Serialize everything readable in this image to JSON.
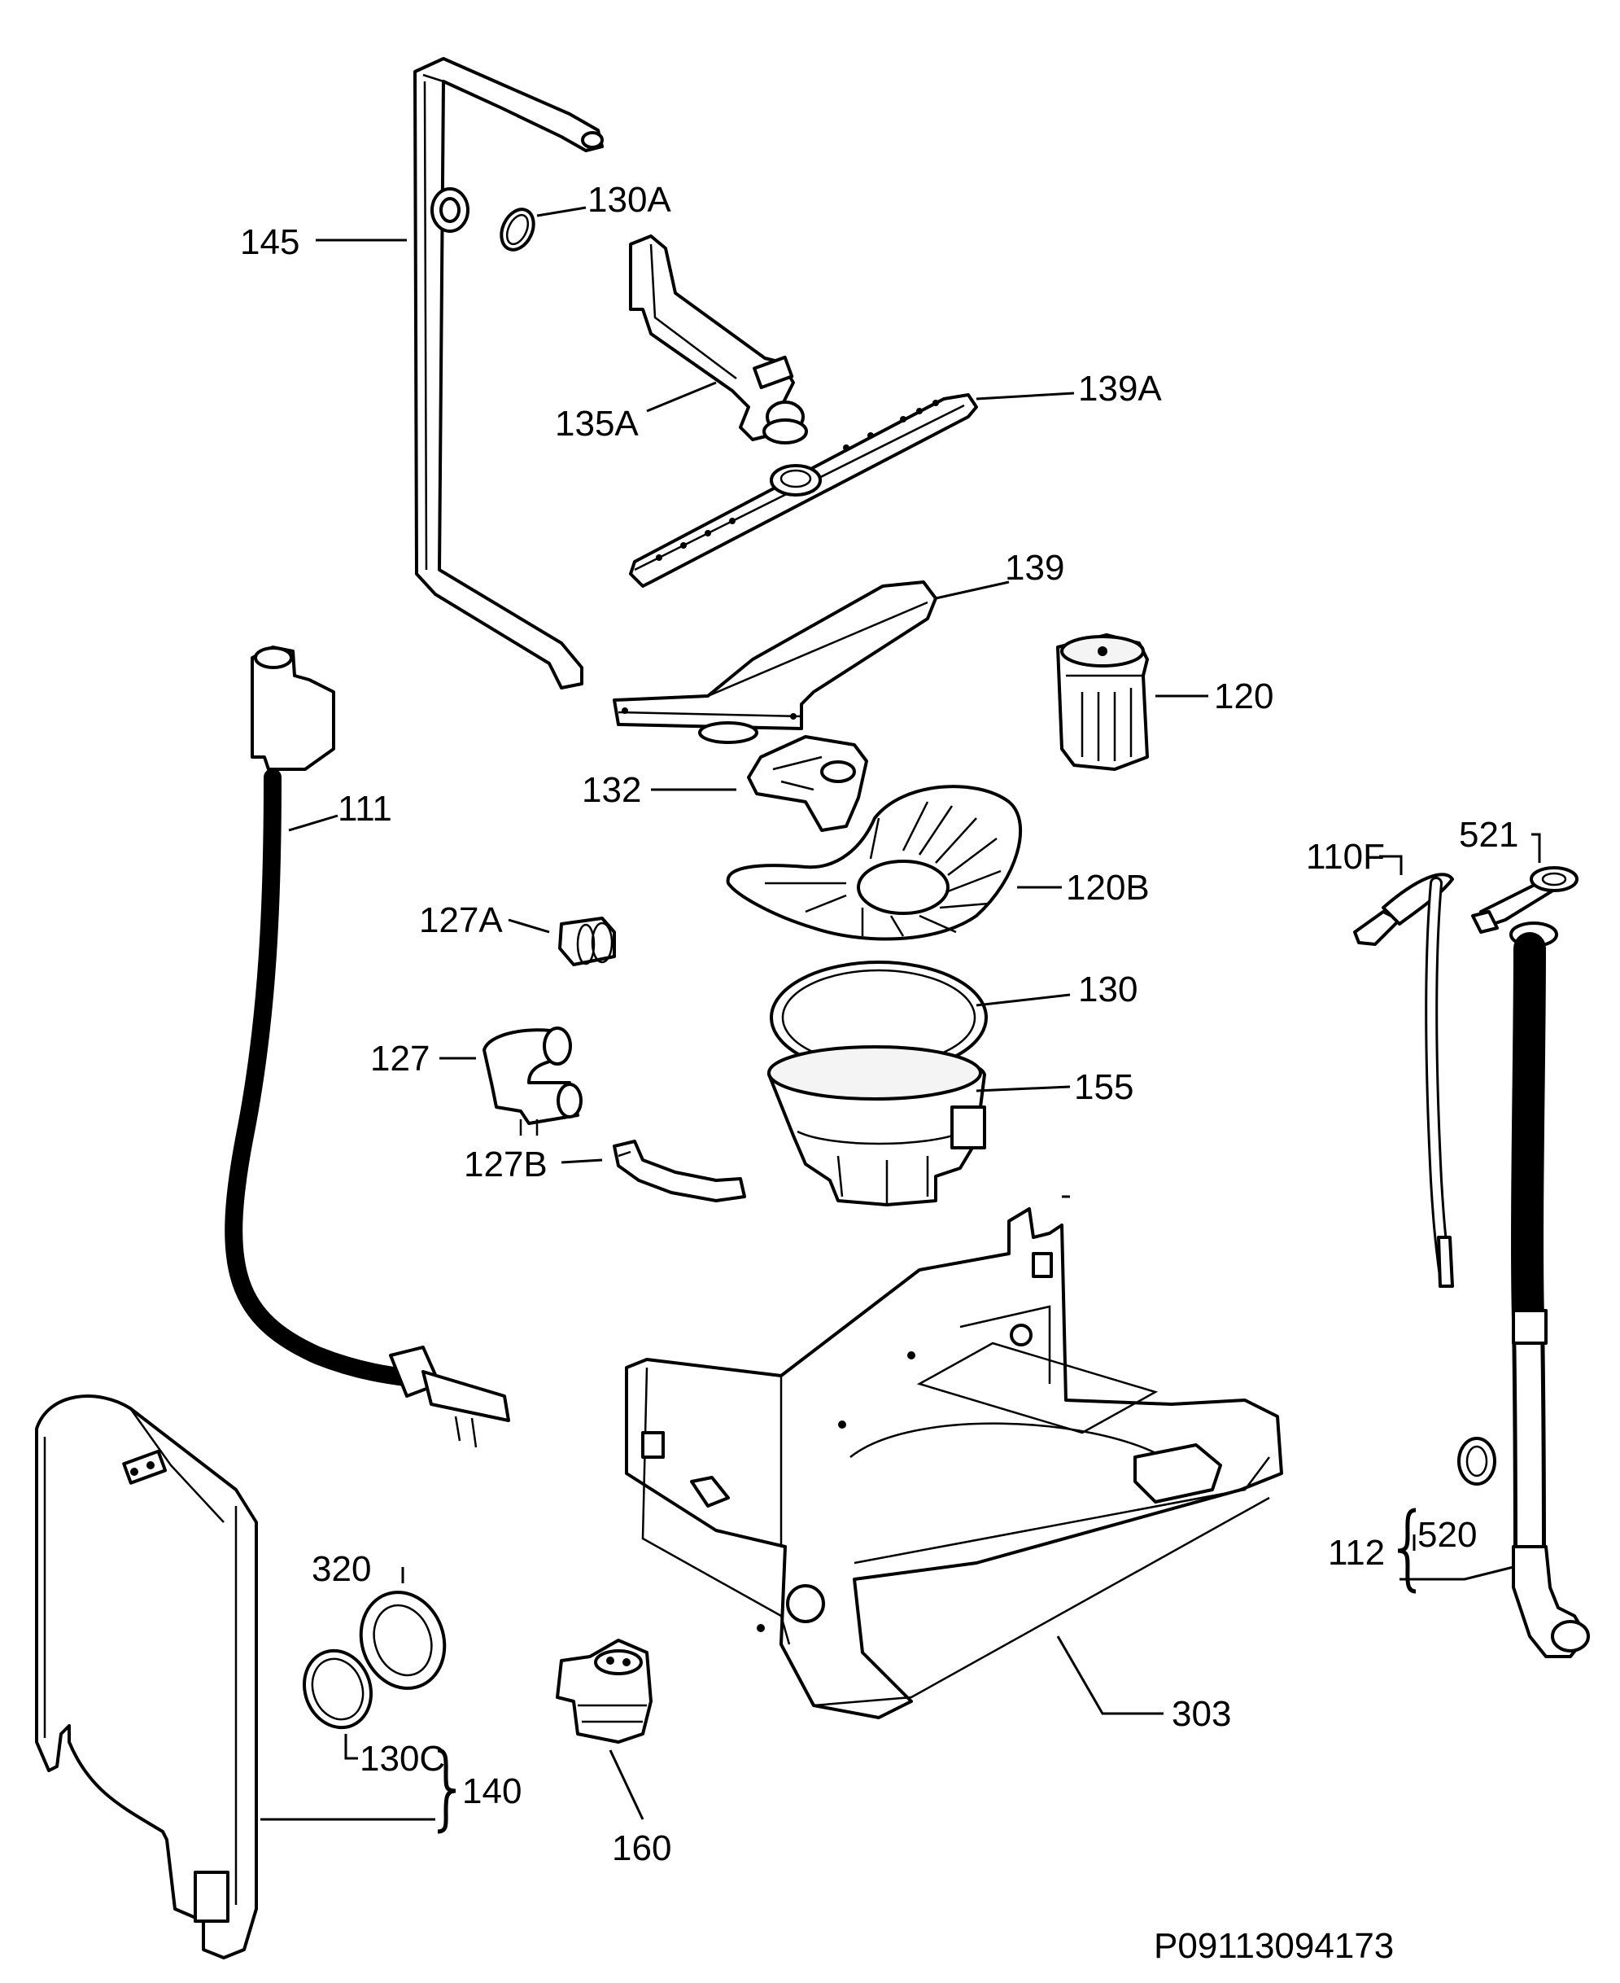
{
  "diagram": {
    "reference_code": "P09113094173",
    "labels": {
      "p145": "145",
      "p130A": "130A",
      "p135A": "135A",
      "p139A": "139A",
      "p139": "139",
      "p120": "120",
      "p111": "111",
      "p132": "132",
      "p120B": "120B",
      "p127A": "127A",
      "p130": "130",
      "p127": "127",
      "p155": "155",
      "p127B": "127B",
      "p110F": "110F",
      "p521": "521",
      "p320": "320",
      "p130C": "130C",
      "p140": "140",
      "p160": "160",
      "p303": "303",
      "p520": "520",
      "p112": "112"
    }
  }
}
